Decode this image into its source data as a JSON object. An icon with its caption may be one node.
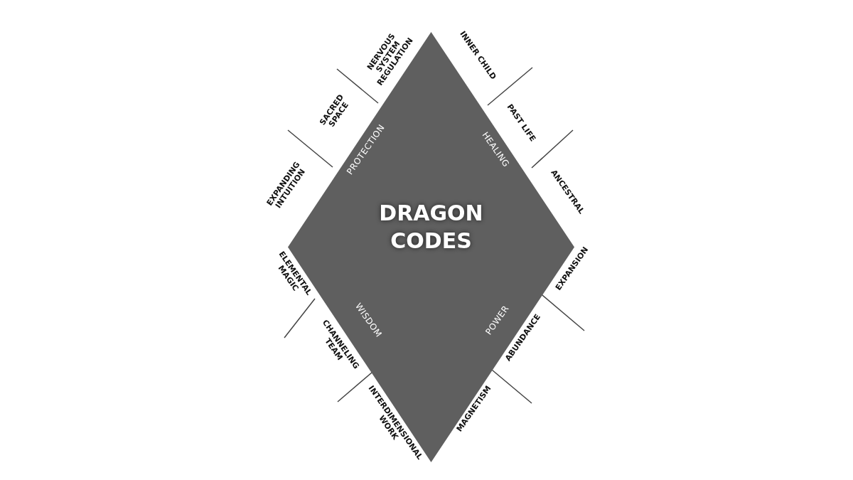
{
  "diagram": {
    "nodes": [
      {
        "text": [
          "DRAGON CODES",
          "PROTECTION",
          "HEALING",
          "WISDOM",
          "POWER"
        ]
      }
    ],
    "edges": [],
    "labels": [
      "NERVOUS SYSTEM REGULATION",
      "INNER CHILD",
      "SACRED SPACE",
      "PAST LIFE",
      "EXPANDING INTUITION",
      "ANCESTRAL",
      "ELEMENTAL MAGIC",
      "EXPANSION",
      "CHANNELING TEAM",
      "ABUNDANCE",
      "INTERDIMENSIONAL WORK",
      "MAGNETISM"
    ]
  }
}
